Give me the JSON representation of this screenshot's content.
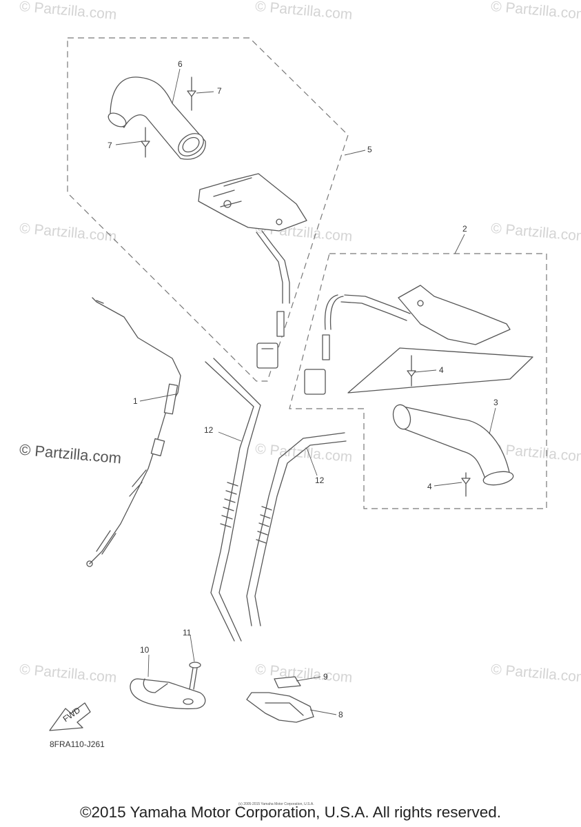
{
  "watermark": {
    "text": "© Partzilla.com"
  },
  "callouts": {
    "c1": "1",
    "c2": "2",
    "c3": "3",
    "c4a": "4",
    "c4b": "4",
    "c5": "5",
    "c6": "6",
    "c7a": "7",
    "c7b": "7",
    "c8": "8",
    "c9": "9",
    "c10": "10",
    "c11": "11",
    "c12a": "12",
    "c12b": "12"
  },
  "fwd_label": "FWD",
  "diagram_code": "8FRA110-J261",
  "small_copyright": "(c) 2005-2015 Yamaha Motor Corporation, U.S.A.",
  "copyright": "©2015 Yamaha Motor Corporation, U.S.A. All rights reserved.",
  "colors": {
    "line": "#555555",
    "watermark": "#d4d4d4",
    "text": "#222222"
  }
}
